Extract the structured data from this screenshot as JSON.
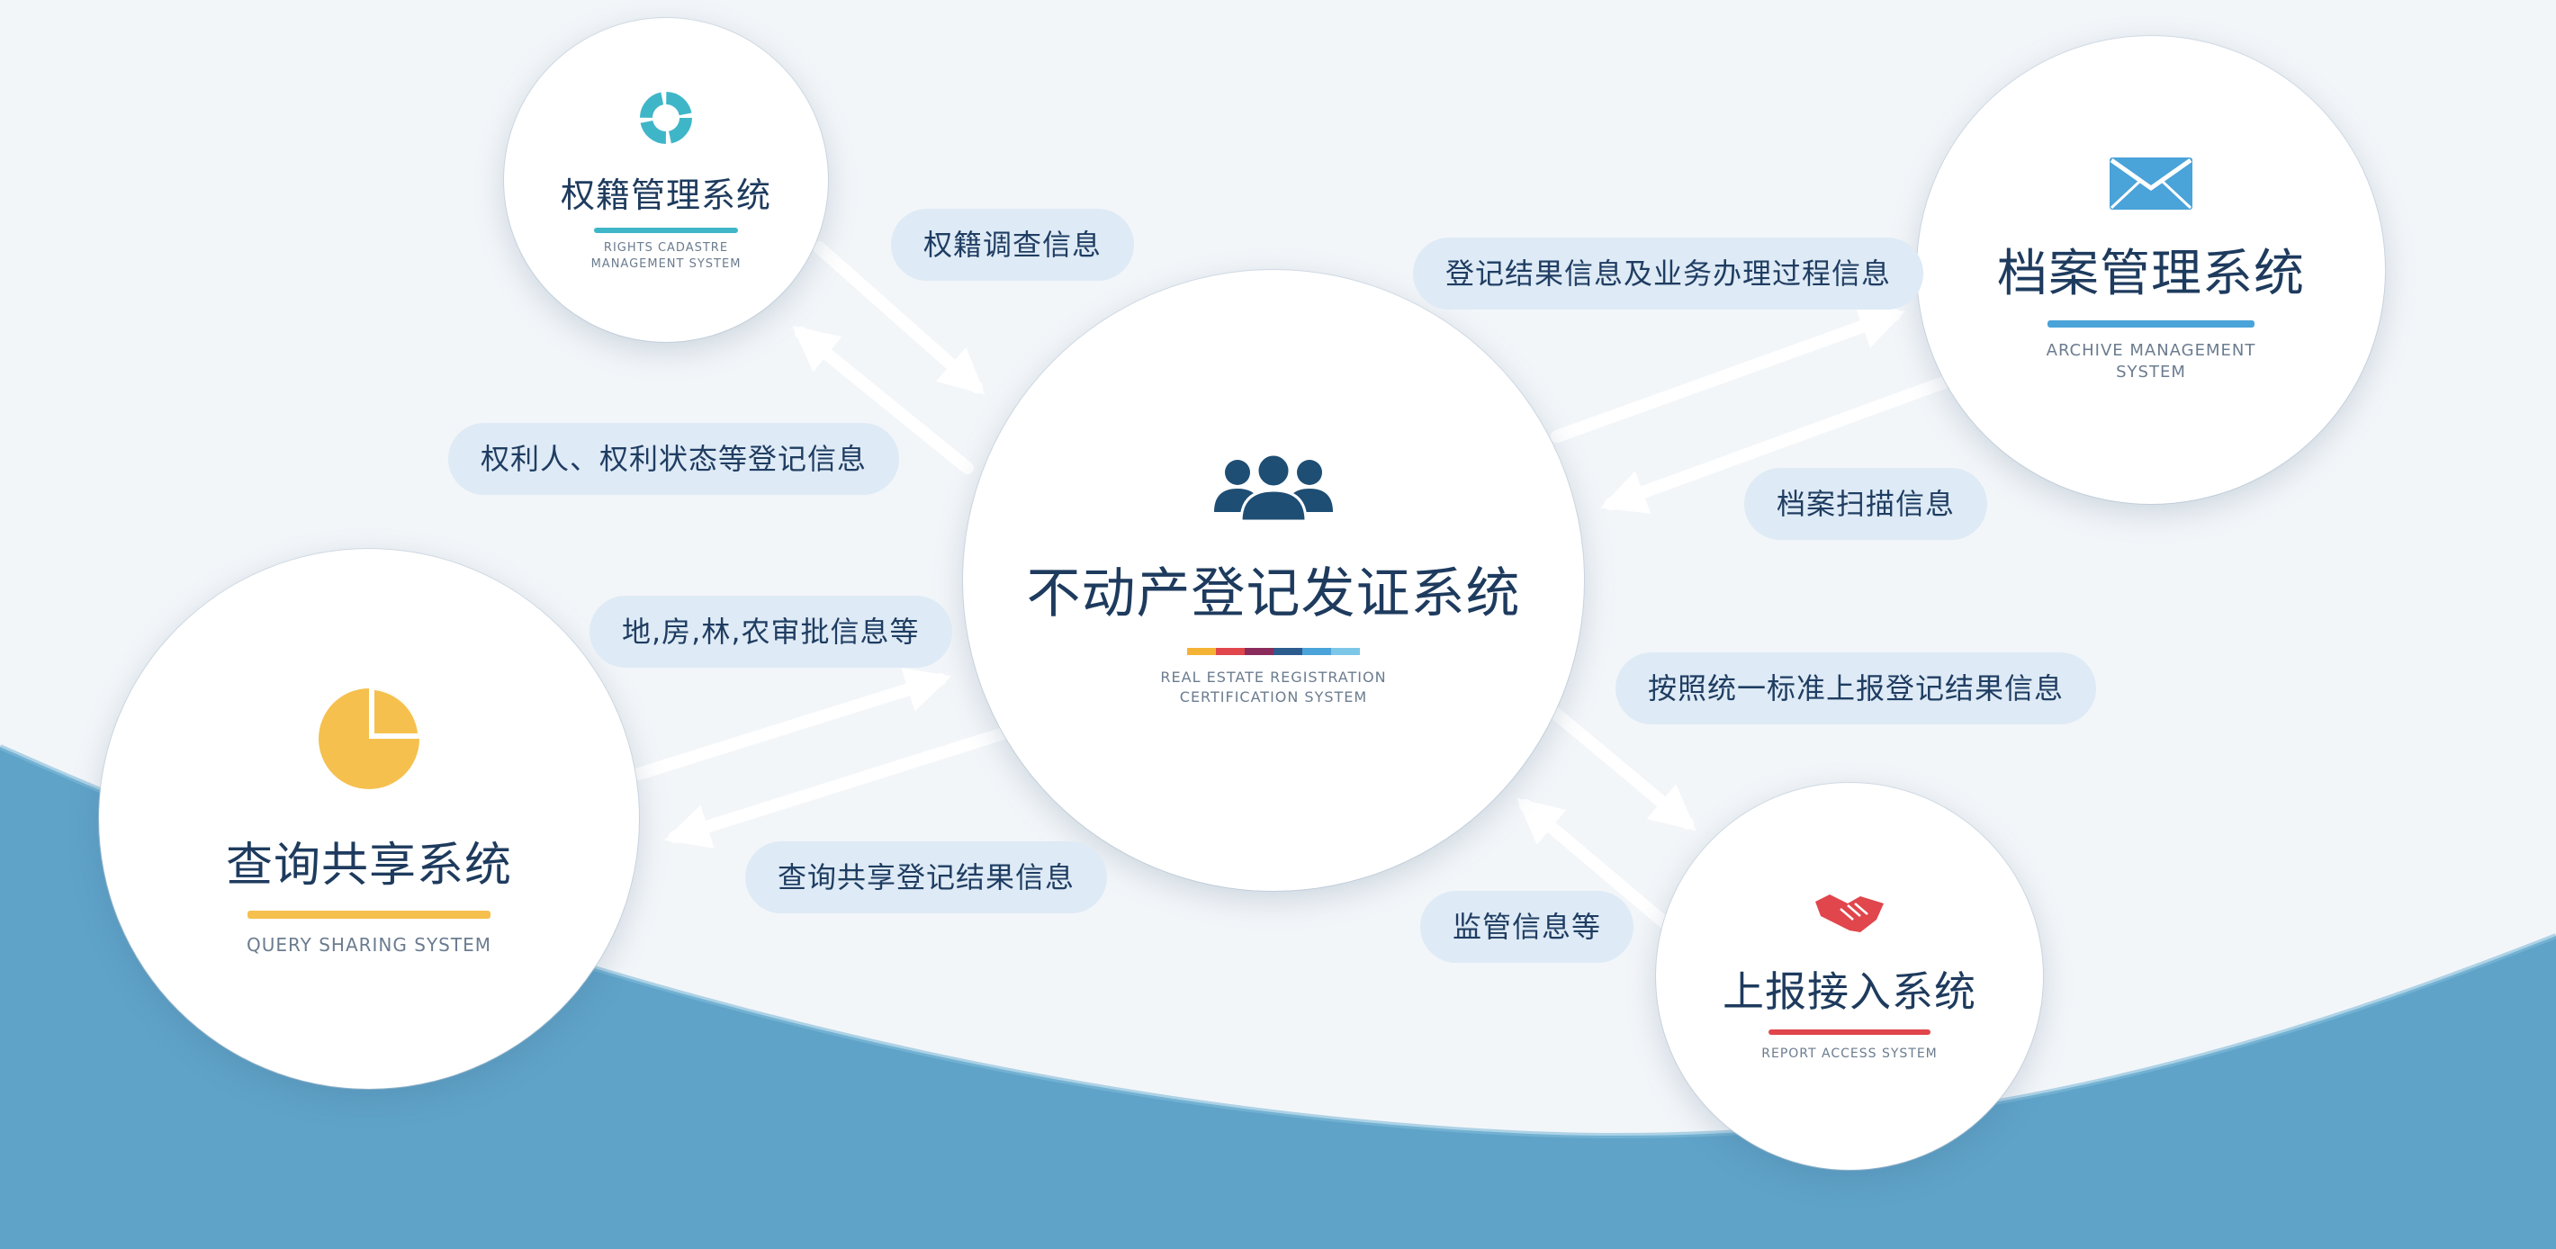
{
  "colors": {
    "background": "#f3f6f9",
    "wave": "#5fa3c9",
    "tag_bg": "#deeaf5",
    "node_title": "#1e3b5e",
    "teal": "#3fb6c8",
    "yellow": "#f5c04e",
    "blue": "#4aa3d9",
    "red": "#e0464c",
    "navy": "#1e4e74"
  },
  "center_node": {
    "icon": "people-group-icon",
    "title": "不动产登记发证系统",
    "subtitle": "REAL ESTATE REGISTRATION\nCERTIFICATION SYSTEM",
    "bar_colors": [
      "#f5b335",
      "#e0464c",
      "#8a2b5c",
      "#2c5b8e",
      "#4aa3d9",
      "#7cc7e8"
    ]
  },
  "nodes": {
    "ownership": {
      "icon": "cycle-icon",
      "title": "权籍管理系统",
      "subtitle": "RIGHTS CADASTRE\nMANAGEMENT SYSTEM"
    },
    "archive": {
      "icon": "envelope-icon",
      "title": "档案管理系统",
      "subtitle": "ARCHIVE MANAGEMENT\nSYSTEM"
    },
    "query": {
      "icon": "pie-chart-icon",
      "title": "查询共享系统",
      "subtitle": "QUERY SHARING SYSTEM"
    },
    "report": {
      "icon": "handshake-icon",
      "title": "上报接入系统",
      "subtitle": "REPORT ACCESS SYSTEM"
    }
  },
  "labels": {
    "ownership_survey": "权籍调查信息",
    "rights_holder": "权利人、权利状态等登记信息",
    "registration_result": "登记结果信息及业务办理过程信息",
    "archive_scan": "档案扫描信息",
    "approval_info": "地,房,林,农审批信息等",
    "query_result": "查询共享登记结果信息",
    "report_result": "按照统一标准上报登记结果信息",
    "supervision_info": "监管信息等"
  }
}
